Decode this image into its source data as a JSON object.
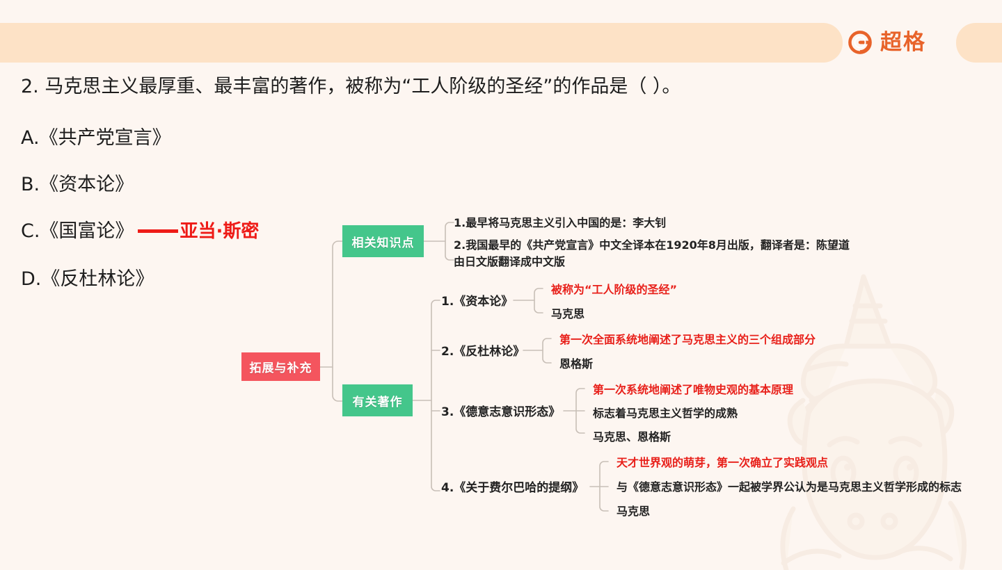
{
  "header": {
    "brand_name": "超格",
    "brand_icon": "g-logo-icon",
    "band_color": "#FDE2C6",
    "brand_color": "#E8632A"
  },
  "background": {
    "page_color": "#FDF6F1",
    "watermark": "unicorn-mascot"
  },
  "question": {
    "number": "2.",
    "text": "2. 马克思主义最厚重、最丰富的著作，被称为“工人阶级的圣经”的作品是（ ）。",
    "options": [
      {
        "key": "A.",
        "label": "A.《共产党宣言》",
        "annotation": ""
      },
      {
        "key": "B.",
        "label": "B.《资本论》",
        "annotation": ""
      },
      {
        "key": "C.",
        "label": "C.《国富论》",
        "annotation": "亚当·斯密",
        "annotation_color": "#EE1B17"
      },
      {
        "key": "D.",
        "label": "D.《反杜林论》",
        "annotation": ""
      }
    ]
  },
  "mindmap": {
    "root": {
      "label": "拓展与补充",
      "color": "#F4555E"
    },
    "branches": [
      {
        "label": "相关知识点",
        "color": "#44C68B",
        "items": [
          {
            "text": "1.最早将马克思主义引入中国的是：李大钊",
            "red": false
          },
          {
            "text": "2.我国最早的《共产党宣言》中文全译本在1920年8月出版，翻译者是：陈望道",
            "red": false
          },
          {
            "text": "由日文版翻译成中文版",
            "red": false
          }
        ]
      },
      {
        "label": "有关著作",
        "color": "#44C68B",
        "works": [
          {
            "title": "1.《资本论》",
            "details": [
              {
                "text": "被称为“工人阶级的圣经”",
                "red": true
              },
              {
                "text": "马克思",
                "red": false
              }
            ]
          },
          {
            "title": "2.《反杜林论》",
            "details": [
              {
                "text": "第一次全面系统地阐述了马克思主义的三个组成部分",
                "red": true
              },
              {
                "text": "恩格斯",
                "red": false
              }
            ]
          },
          {
            "title": "3.《德意志意识形态》",
            "details": [
              {
                "text": "第一次系统地阐述了唯物史观的基本原理",
                "red": true
              },
              {
                "text": "标志着马克思主义哲学的成熟",
                "red": false
              },
              {
                "text": "马克思、恩格斯",
                "red": false
              }
            ]
          },
          {
            "title": "4.《关于费尔巴哈的提纲》",
            "details": [
              {
                "text": "天才世界观的萌芽，第一次确立了实践观点",
                "red": true
              },
              {
                "text": "与《德意志意识形态》一起被学界公认为是马克思主义哲学形成的标志",
                "red": false
              },
              {
                "text": "马克思",
                "red": false
              }
            ]
          }
        ]
      }
    ]
  }
}
